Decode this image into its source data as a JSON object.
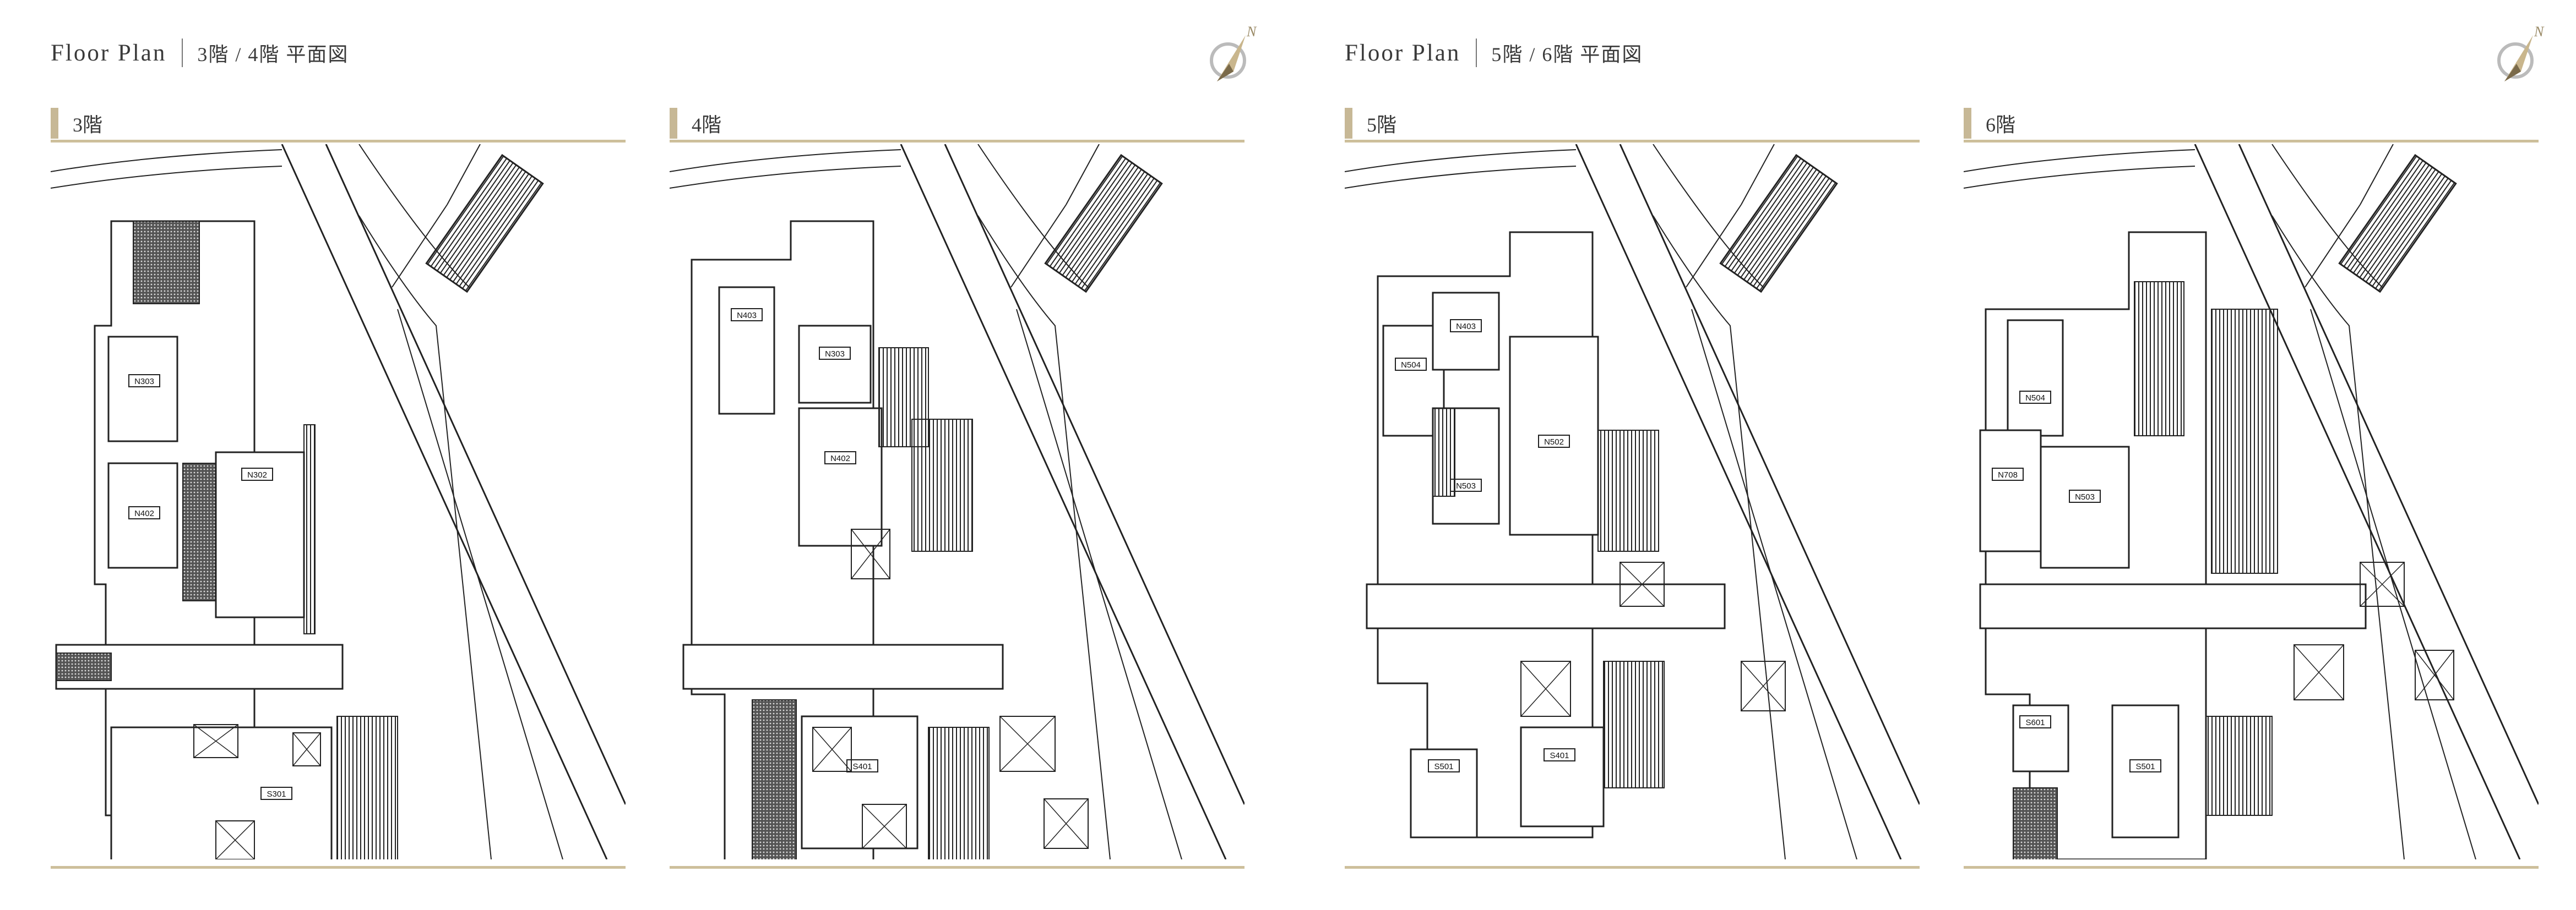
{
  "left_page": {
    "title": "Floor Plan",
    "subtitle": "3階 / 4階 平面図",
    "plans": [
      {
        "floor_label": "3階",
        "rooms": [
          "N303",
          "N402",
          "N302",
          "S301"
        ]
      },
      {
        "floor_label": "4階",
        "rooms": [
          "N403",
          "N303",
          "N402",
          "S401"
        ]
      }
    ]
  },
  "right_page": {
    "title": "Floor Plan",
    "subtitle": "5階 / 6階 平面図",
    "plans": [
      {
        "floor_label": "5階",
        "rooms": [
          "N403",
          "N504",
          "N503",
          "N502",
          "S501",
          "S401"
        ]
      },
      {
        "floor_label": "6階",
        "rooms": [
          "N504",
          "N503",
          "N708",
          "S601",
          "S501"
        ]
      }
    ]
  },
  "compass": {
    "north_label": "N"
  },
  "colors": {
    "accent": "#c7b896",
    "line": "#222222",
    "text": "#3a3a3a"
  }
}
